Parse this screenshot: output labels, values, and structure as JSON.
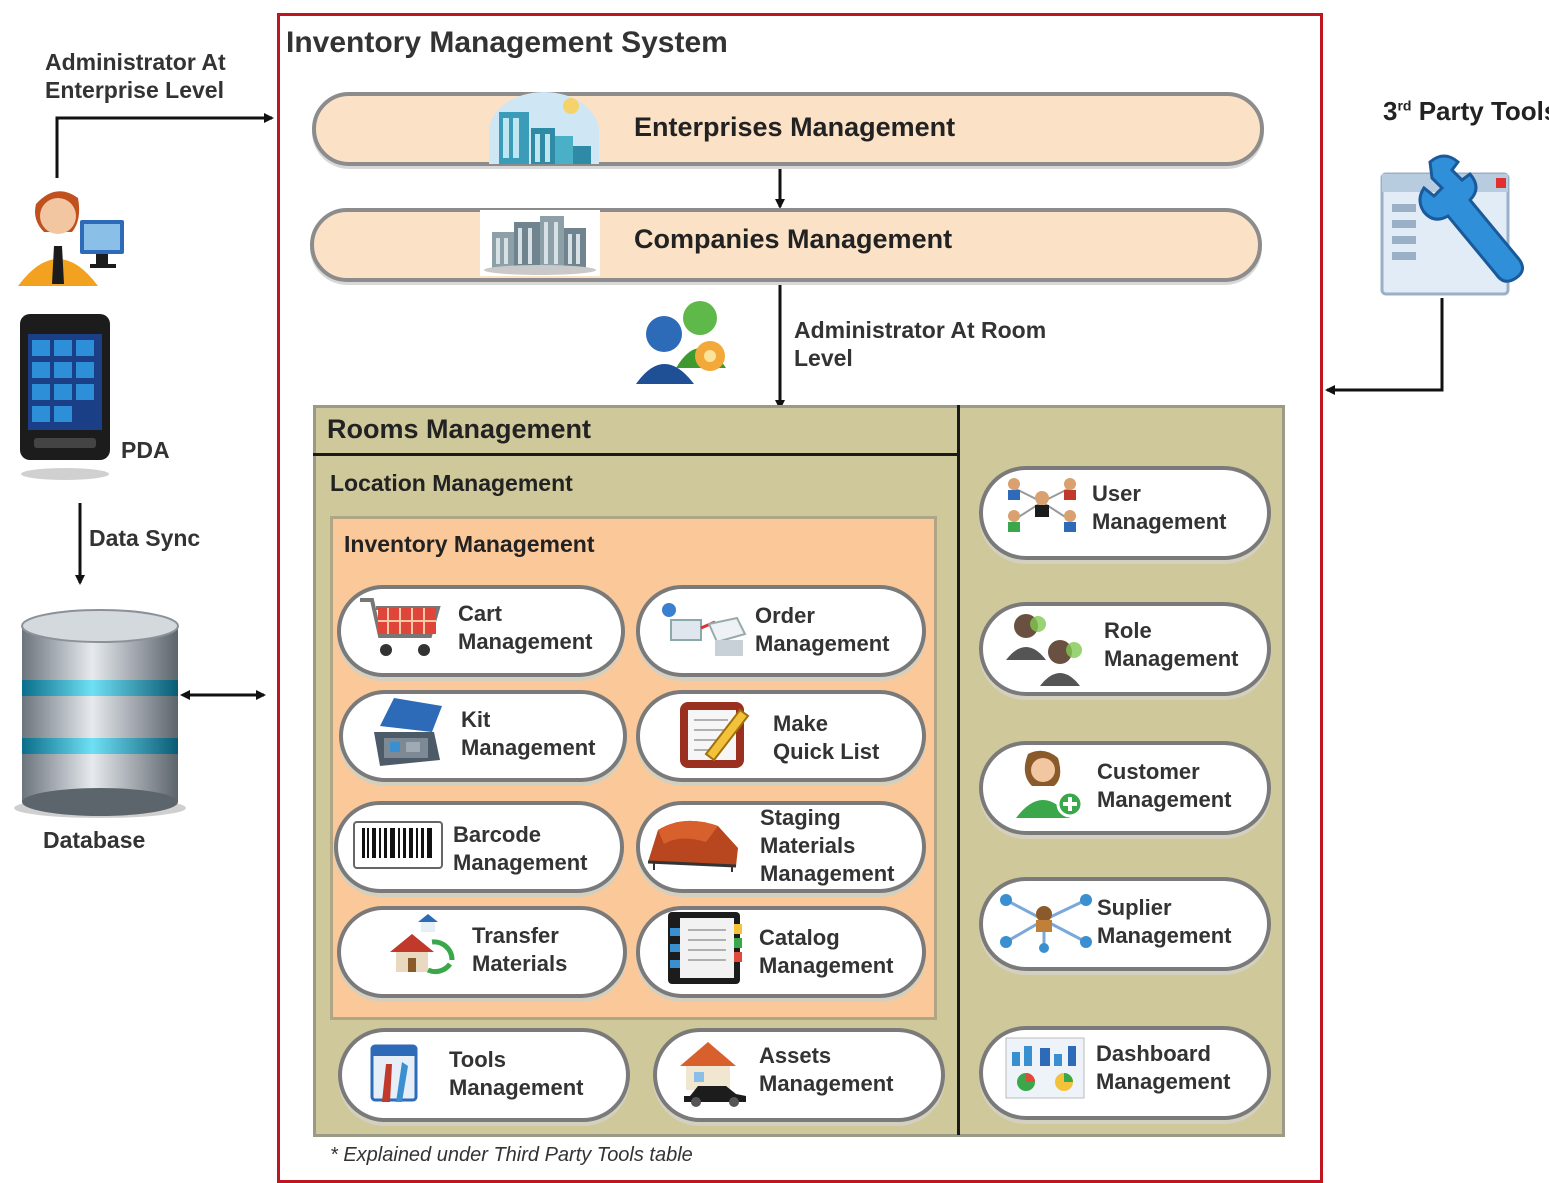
{
  "system": {
    "title": "Inventory Management System",
    "enterprises": "Enterprises Management",
    "companies": "Companies Management",
    "admin_room_line1": "Administrator At Room",
    "admin_room_line2": "Level"
  },
  "left": {
    "admin_line1": "Administrator At",
    "admin_line2": "Enterprise Level",
    "pda": "PDA",
    "data_sync": "Data Sync",
    "database": "Database"
  },
  "right": {
    "tools_main": "3",
    "tools_sup": "rd",
    "tools_rest": " Party Tools"
  },
  "rooms": {
    "title": "Rooms Management",
    "location": "Location Management",
    "inventory": "Inventory Management"
  },
  "modules": {
    "cart": [
      "Cart",
      "Management"
    ],
    "order": [
      "Order",
      "Management"
    ],
    "kit": [
      "Kit",
      "Management"
    ],
    "quicklist": [
      "Make",
      "Quick List"
    ],
    "barcode": [
      "Barcode",
      "Management"
    ],
    "staging": [
      "Staging",
      "Materials",
      "Management"
    ],
    "transfer": [
      "Transfer",
      "Materials"
    ],
    "catalog": [
      "Catalog",
      "Management"
    ],
    "tools": [
      "Tools",
      "Management"
    ],
    "assets": [
      "Assets",
      "Management"
    ]
  },
  "side_modules": {
    "user": [
      "User",
      "Management"
    ],
    "role": [
      "Role",
      "Management"
    ],
    "customer": [
      "Customer",
      "Management"
    ],
    "suplier": [
      "Suplier",
      "Management"
    ],
    "dashboard": [
      "Dashboard",
      "Management"
    ]
  },
  "footnote": "* Explained under Third Party Tools table",
  "colors": {
    "frame": "#c0141e",
    "banner": "#fbe2c7",
    "rooms_panel": "#cfc89a",
    "inventory_panel": "#fbc89a"
  }
}
